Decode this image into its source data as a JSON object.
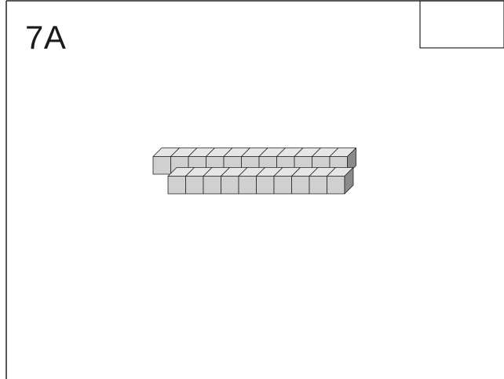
{
  "page": {
    "label": "7A"
  },
  "diagram": {
    "rows": [
      {
        "name": "back-row",
        "cube_count": 11
      },
      {
        "name": "front-row",
        "cube_count": 10
      }
    ],
    "colors": {
      "face": "#d0d0d0",
      "top": "#e6e6e6",
      "side": "#8a8a8a",
      "stroke": "#222222"
    }
  }
}
